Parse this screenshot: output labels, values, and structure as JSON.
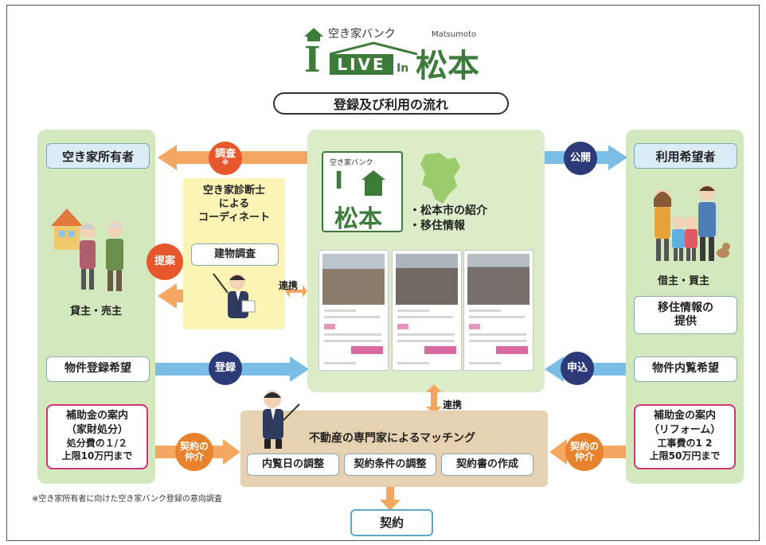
{
  "logo": {
    "brand_small": "空き家バンク",
    "brand_roman": "Matsumoto",
    "brand_main_left": "I",
    "brand_main_live": "LIVE",
    "brand_main_in": "In",
    "brand_main_city": "松本"
  },
  "title": "登録及び利用の流れ",
  "left": {
    "header": "空き家所有者",
    "people_label": "貸主・売主",
    "register_wish": "物件登録希望",
    "subsidy_title_1": "補助金の案内",
    "subsidy_title_2": "（家財処分）",
    "subsidy_line_1": "処分費の１/２",
    "subsidy_line_2": "上限10万円まで"
  },
  "right": {
    "header": "利用希望者",
    "people_label": "借主・買主",
    "info_box_1": "移住情報の",
    "info_box_2": "提供",
    "view_wish": "物件内覧希望",
    "subsidy_title_1": "補助金の案内",
    "subsidy_title_2": "（リフォーム）",
    "subsidy_line_1": "工事費の1 2",
    "subsidy_line_2": "上限50万円まで"
  },
  "inspector": {
    "title_1": "空き家診断士",
    "title_2": "による",
    "title_3": "コーディネート",
    "task": "建物調査"
  },
  "center": {
    "bullet_1": "・松本市の紹介",
    "bullet_2": "・移住情報",
    "mini_logo_small": "空き家バンク",
    "mini_logo_i": "I",
    "mini_logo_city": "松本"
  },
  "arrows": {
    "survey": "調査",
    "survey_mark": "※",
    "proposal": "提案",
    "cooperate_1": "連携",
    "publish": "公開",
    "register": "登録",
    "apply": "申込",
    "cooperate_2": "連携",
    "mediation_left_1": "契約の",
    "mediation_left_2": "仲介",
    "mediation_right_1": "契約の",
    "mediation_right_2": "仲介"
  },
  "matching": {
    "title": "不動産の専門家によるマッチング",
    "task_1": "内覧日の調整",
    "task_2": "契約条件の調整",
    "task_3": "契約書の作成"
  },
  "contract": "契約",
  "footnote": "※空き家所有者に向けた空き家バンク登録の意向調査",
  "colors": {
    "panel_green": "#d4e8bd",
    "inspector_yellow": "#fbf4b5",
    "matching_tan": "#e6d2b1",
    "accent_orange": "#e8572c",
    "arrow_orange": "#f4a760",
    "arrow_blue": "#7cbde6",
    "navy": "#2c3a7a",
    "pink_border": "#d2337b"
  }
}
